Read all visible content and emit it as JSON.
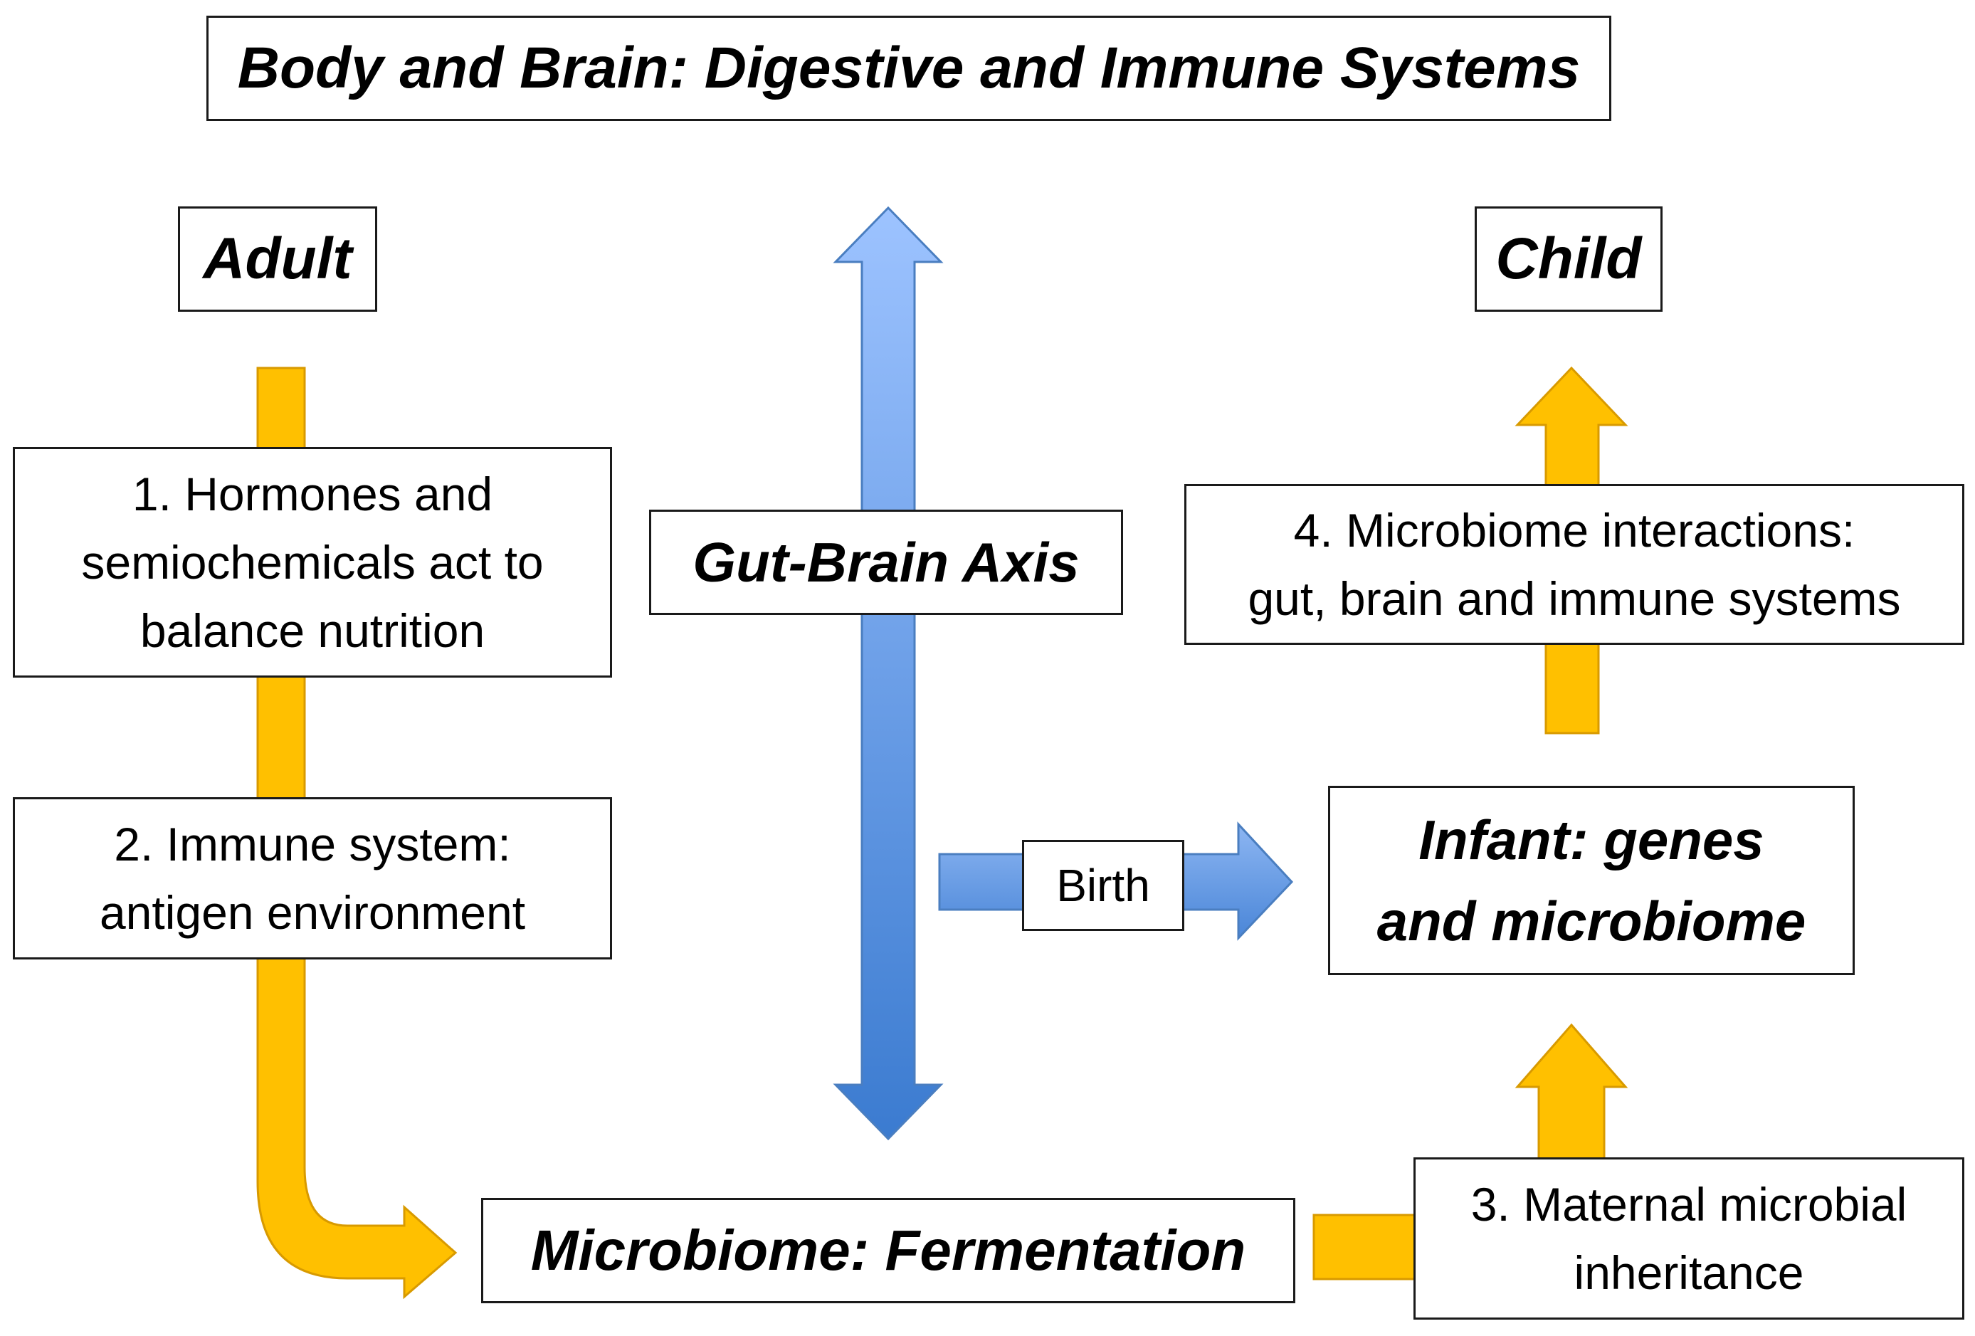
{
  "diagram": {
    "title": "Body and Brain: Digestive and Immune Systems",
    "adult": "Adult",
    "child": "Child",
    "gut_brain_axis": "Gut-Brain Axis",
    "step1": "1. Hormones and\nsemiochemicals act to\nbalance nutrition",
    "step2": "2. Immune system:\nantigen environment",
    "birth": "Birth",
    "infant": "Infant: genes\nand microbiome",
    "step4": "4. Microbiome interactions:\ngut, brain and immune systems",
    "fermentation": "Microbiome: Fermentation",
    "step3": "3. Maternal microbial\ninheritance"
  },
  "colors": {
    "orange_arrow": "#FFC000",
    "orange_arrow_stroke": "#D89A00",
    "blue_arrow_light": "#9DC3FF",
    "blue_arrow_dark": "#3B7BD0",
    "blue_arrow_stroke": "#4A7EC0",
    "box_border": "#1A1A1A"
  }
}
